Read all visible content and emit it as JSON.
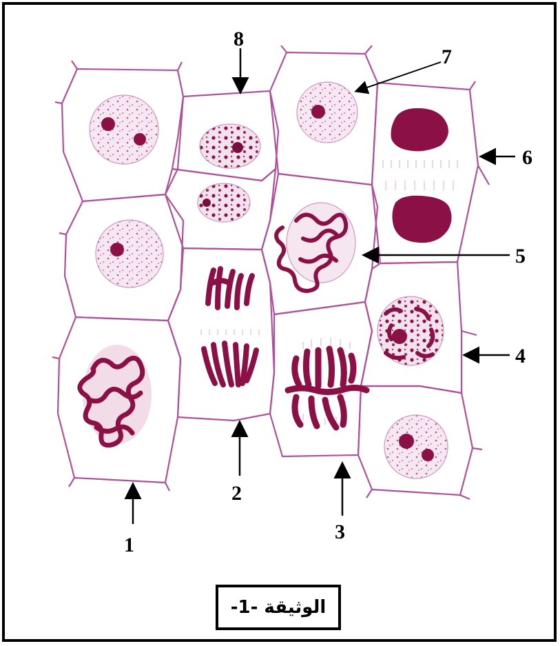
{
  "labels": {
    "l1": "1",
    "l2": "2",
    "l3": "3",
    "l4": "4",
    "l5": "5",
    "l6": "6",
    "l7": "7",
    "l8": "8"
  },
  "caption": "الوثيقة -1-",
  "colors": {
    "cell_wall": "#b0509a",
    "nucleus_fill": "#f6e8f2",
    "chromatin": "#8a1046",
    "border": "#000000"
  }
}
